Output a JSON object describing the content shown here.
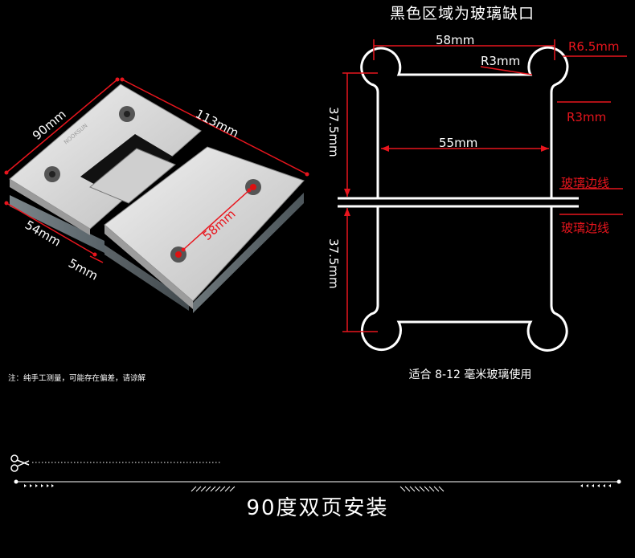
{
  "header": {
    "title": "黑色区域为玻璃缺口"
  },
  "hinge_photo": {
    "dims": {
      "width": "90mm",
      "length": "113mm",
      "pin_distance": "58mm",
      "depth": "54mm",
      "gap": "5mm"
    },
    "engraving": "NOOKSUN"
  },
  "drawing": {
    "dims": {
      "top_width": "58mm",
      "outer_radius": "R6.5mm",
      "inner_radius_top": "R3mm",
      "inner_radius_side": "R3mm",
      "inner_width": "55mm",
      "height_top": "37.5mm",
      "height_bottom": "37.5mm"
    },
    "edge_labels": {
      "upper": "玻璃边线",
      "lower": "玻璃边线"
    }
  },
  "notes": {
    "measurement": "注：纯手工测量，可能存在偏差，请谅解",
    "suitable": "适合 8-12 毫米玻璃使用"
  },
  "section": {
    "title": "90度双页安装"
  },
  "colors": {
    "background": "#000000",
    "dimension": "#e8151d",
    "text": "#ffffff"
  }
}
